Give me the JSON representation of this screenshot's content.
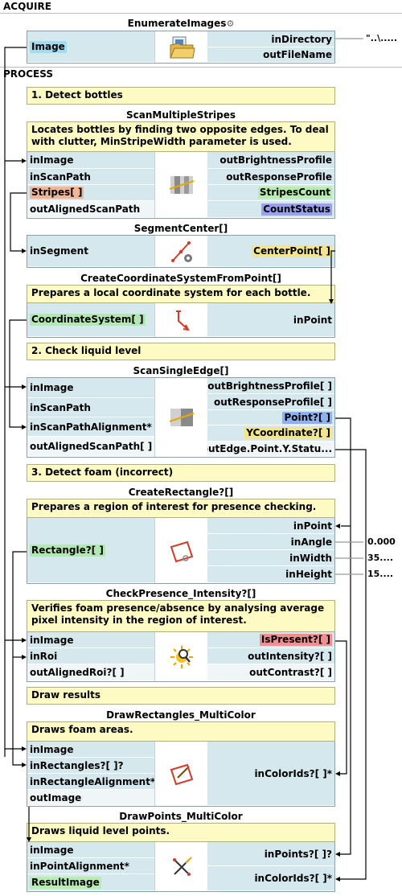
{
  "sections": {
    "acquire": "ACQUIRE",
    "process": "PROCESS"
  },
  "enumerate": {
    "title": "EnumerateImages",
    "inputs": [
      "Image"
    ],
    "outputs": [
      "inDirectory",
      "outFileName"
    ],
    "in_directory_value": "\"..\\....."
  },
  "comments": {
    "c1": "1. Detect bottles",
    "c2": "2. Check liquid level",
    "c3": "3. Detect foam (incorrect)",
    "c4": "Draw results"
  },
  "scan_multiple": {
    "title": "ScanMultipleStripes",
    "desc": "Locates bottles by finding two opposite edges. To deal with clutter, MinStripeWidth parameter is used.",
    "inputs": [
      "inImage",
      "inScanPath",
      "Stripes[ ]",
      "outAlignedScanPath"
    ],
    "outputs": [
      "outBrightnessProfile",
      "outResponseProfile",
      "StripesCount",
      "CountStatus"
    ]
  },
  "segment_center": {
    "title": "SegmentCenter[]",
    "inputs": [
      "inSegment"
    ],
    "outputs": [
      "CenterPoint[ ]"
    ]
  },
  "create_cs": {
    "title": "CreateCoordinateSystemFromPoint[]",
    "desc": "Prepares a local coordinate system for each bottle.",
    "inputs": [
      "CoordinateSystem[ ]"
    ],
    "outputs": [
      "inPoint"
    ]
  },
  "scan_single": {
    "title": "ScanSingleEdge[]",
    "inputs": [
      "inImage",
      "inScanPath",
      "inScanPathAlignment*",
      "outAlignedScanPath[ ]"
    ],
    "outputs": [
      "outBrightnessProfile[ ]",
      "outResponseProfile[ ]",
      "Point?[ ]",
      "YCoordinate?[ ]",
      "outEdge.Point.Y.Statu..."
    ]
  },
  "create_rect": {
    "title": "CreateRectangle?[]",
    "desc": "Prepares a region of interest for presence checking.",
    "inputs": [
      "Rectangle?[ ]"
    ],
    "outputs": [
      "inPoint",
      "inAngle",
      "inWidth",
      "inHeight"
    ],
    "values": {
      "inAngle": "0.000",
      "inWidth": "35....",
      "inHeight": "15...."
    }
  },
  "check_presence": {
    "title": "CheckPresence_Intensity?[]",
    "desc": "Verifies foam presence/absence by analysing average pixel intensity in the region of interest.",
    "inputs": [
      "inImage",
      "inRoi",
      "outAlignedRoi?[ ]"
    ],
    "outputs": [
      "IsPresent?[ ]",
      "outIntensity?[ ]",
      "outContrast?[ ]"
    ]
  },
  "draw_rects": {
    "title": "DrawRectangles_MultiColor",
    "desc": "Draws foam areas.",
    "inputs": [
      "inImage",
      "inRectangles?[ ]?",
      "inRectangleAlignment*",
      "outImage"
    ],
    "outputs": [
      "inColorIds?[ ]*"
    ]
  },
  "draw_points": {
    "title": "DrawPoints_MultiColor",
    "desc": "Draws liquid level points.",
    "inputs": [
      "inImage",
      "inPointAlignment*",
      "ResultImage"
    ],
    "outputs": [
      "inPoints?[ ]?",
      "inColorIds?[ ]*"
    ]
  },
  "colors": {
    "pin_bg": "#d5e8ee",
    "comment_bg": "#fdfbc3",
    "wire": "#000000",
    "blue_tag": "#a4dcef",
    "orange_tag": "#f0b597",
    "green_tag": "#b2e8b2",
    "yellow_tag": "#f3e58e",
    "violet_tag": "#9a9fee",
    "red_tag": "#ef8f8f",
    "navy_tag": "#8fb2ef"
  }
}
